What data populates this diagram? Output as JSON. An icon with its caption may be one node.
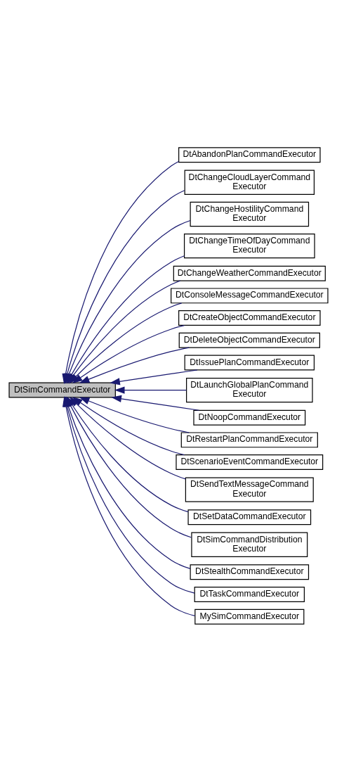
{
  "diagram": {
    "nodes": [
      {
        "text": [
          "DtSimCommandExecutor"
        ]
      },
      {
        "text": [
          "DtAbandonPlanCommandExecutor"
        ]
      },
      {
        "text": [
          "DtChangeCloudLayerCommand Executor"
        ]
      },
      {
        "text": [
          "DtChangeHostilityCommand Executor"
        ]
      },
      {
        "text": [
          "DtChangeTimeOfDayCommand Executor"
        ]
      },
      {
        "text": [
          "DtChangeWeatherCommandExecutor"
        ]
      },
      {
        "text": [
          "DtConsoleMessageCommandExecutor"
        ]
      },
      {
        "text": [
          "DtCreateObjectCommandExecutor"
        ]
      },
      {
        "text": [
          "DtDeleteObjectCommandExecutor"
        ]
      },
      {
        "text": [
          "DtIssuePlanCommandExecutor"
        ]
      },
      {
        "text": [
          "DtLaunchGlobalPlanCommand Executor"
        ]
      },
      {
        "text": [
          "DtNoopCommandExecutor"
        ]
      },
      {
        "text": [
          "DtRestartPlanCommandExecutor"
        ]
      },
      {
        "text": [
          "DtScenarioEventCommandExecutor"
        ]
      },
      {
        "text": [
          "DtSendTextMessageCommand Executor"
        ]
      },
      {
        "text": [
          "DtSetDataCommandExecutor"
        ]
      },
      {
        "text": [
          "DtSimCommandDistribution Executor"
        ]
      },
      {
        "text": [
          "DtStealthCommandExecutor"
        ]
      },
      {
        "text": [
          "DtTaskCommandExecutor"
        ]
      },
      {
        "text": [
          "MySimCommandExecutor"
        ]
      }
    ],
    "edges": [
      {
        "from": 1,
        "to": 0,
        "arrow": "to"
      },
      {
        "from": 2,
        "to": 0,
        "arrow": "to"
      },
      {
        "from": 3,
        "to": 0,
        "arrow": "to"
      },
      {
        "from": 4,
        "to": 0,
        "arrow": "to"
      },
      {
        "from": 5,
        "to": 0,
        "arrow": "to"
      },
      {
        "from": 6,
        "to": 0,
        "arrow": "to"
      },
      {
        "from": 7,
        "to": 0,
        "arrow": "to"
      },
      {
        "from": 8,
        "to": 0,
        "arrow": "to"
      },
      {
        "from": 9,
        "to": 0,
        "arrow": "to"
      },
      {
        "from": 10,
        "to": 0,
        "arrow": "to"
      },
      {
        "from": 11,
        "to": 0,
        "arrow": "to"
      },
      {
        "from": 12,
        "to": 0,
        "arrow": "to"
      },
      {
        "from": 13,
        "to": 0,
        "arrow": "to"
      },
      {
        "from": 14,
        "to": 0,
        "arrow": "to"
      },
      {
        "from": 15,
        "to": 0,
        "arrow": "to"
      },
      {
        "from": 16,
        "to": 0,
        "arrow": "to"
      },
      {
        "from": 17,
        "to": 0,
        "arrow": "to"
      },
      {
        "from": 18,
        "to": 0,
        "arrow": "to"
      },
      {
        "from": 19,
        "to": 0,
        "arrow": "to"
      }
    ]
  }
}
